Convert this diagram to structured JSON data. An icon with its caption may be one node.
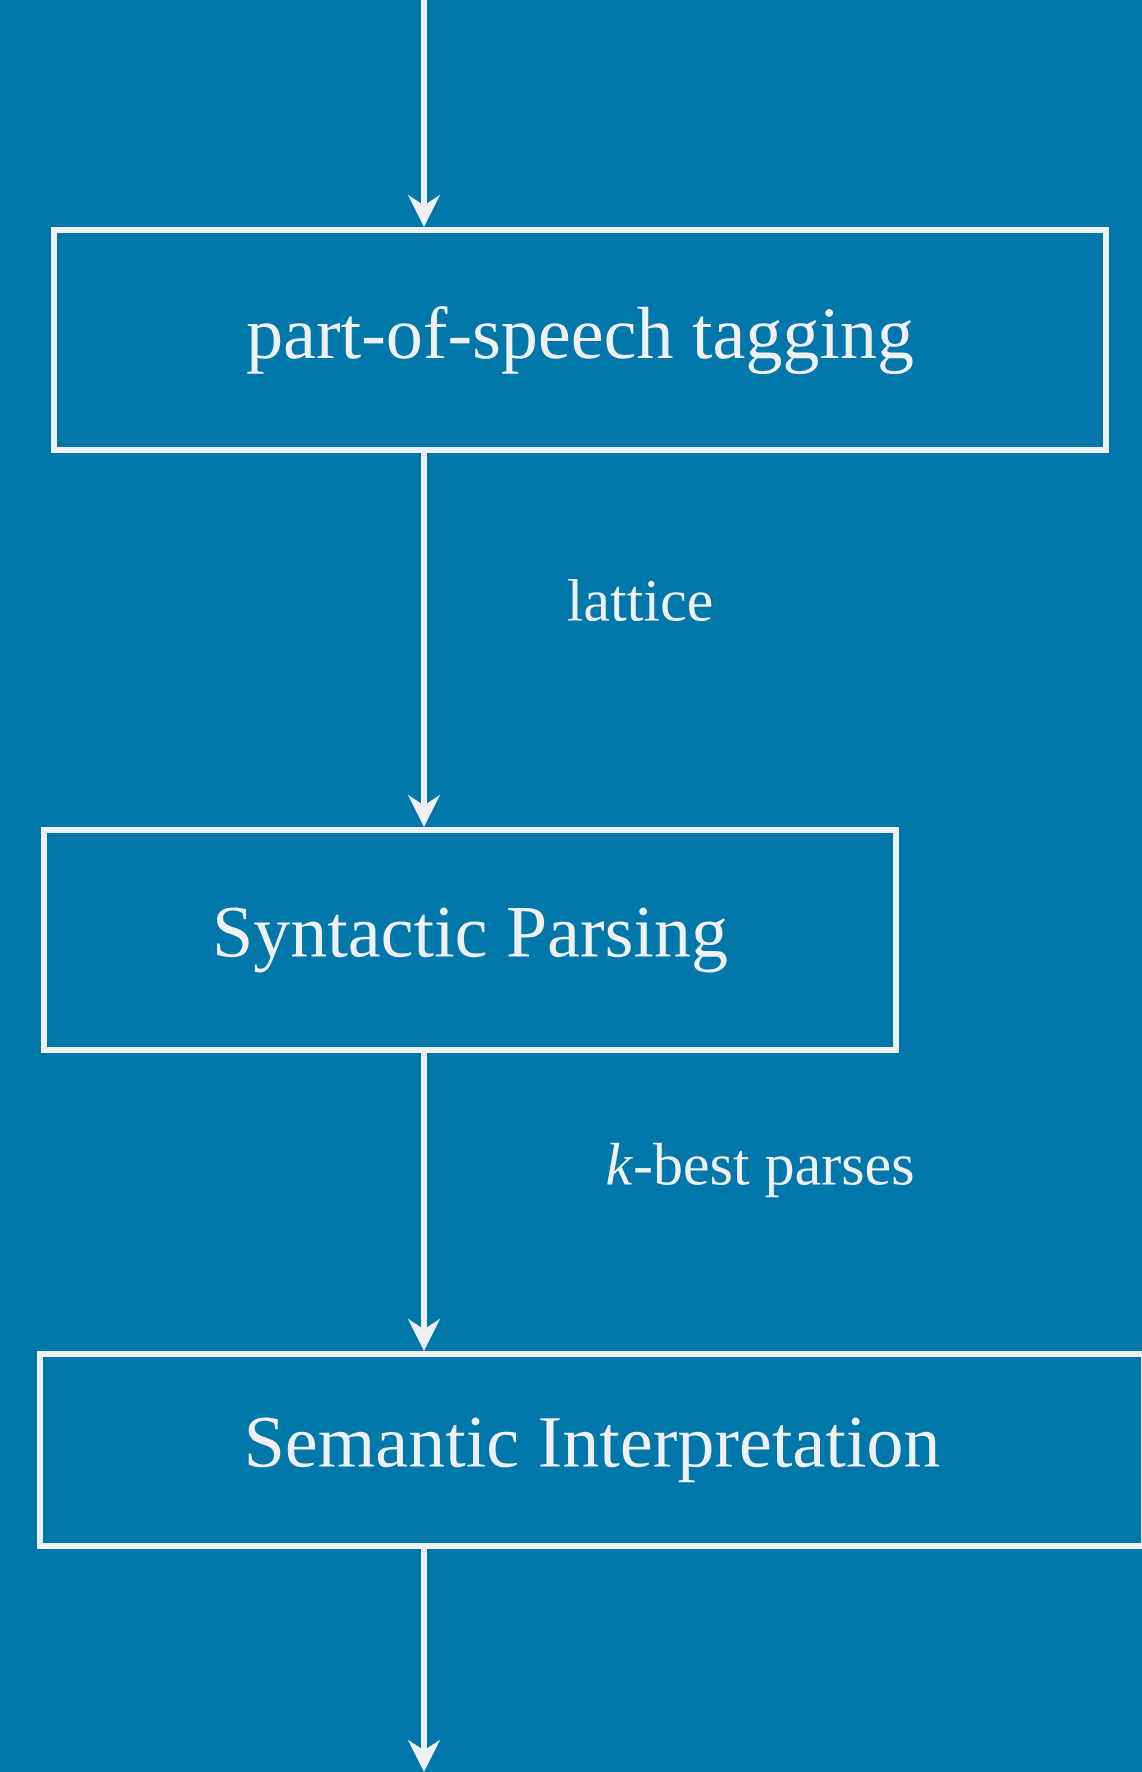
{
  "diagram": {
    "nodes": [
      {
        "text": [
          "part-of-speech tagging"
        ]
      },
      {
        "text": [
          "Syntactic Parsing"
        ]
      },
      {
        "text": [
          "Semantic Interpretation"
        ]
      }
    ],
    "edges": [
      {
        "from": null,
        "to": 0,
        "arrow": "to"
      },
      {
        "from": 0,
        "to": 1,
        "label": "lattice",
        "arrow": "to"
      },
      {
        "from": 1,
        "to": 2,
        "label": "*k*-best parses",
        "arrow": "to"
      },
      {
        "from": 2,
        "to": null,
        "arrow": "to"
      }
    ]
  }
}
